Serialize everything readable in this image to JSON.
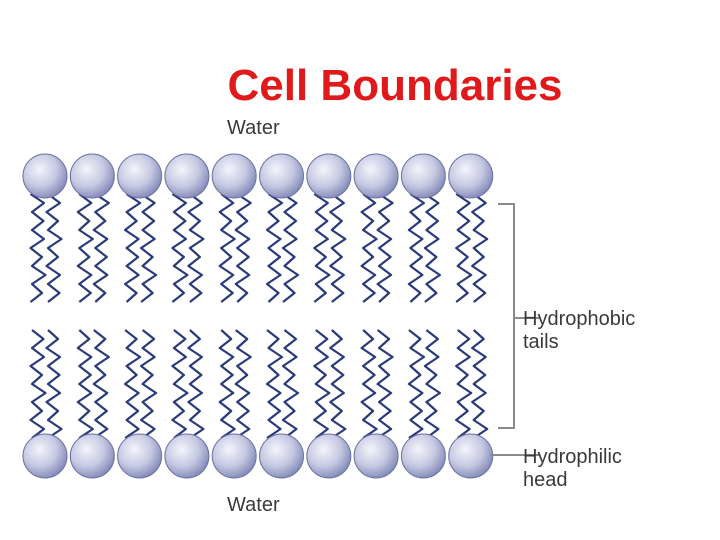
{
  "slide": {
    "title": "Cell Boundaries"
  },
  "diagram": {
    "water_top": "Water",
    "water_bottom": "Water",
    "tails_label_line1": "Hydrophobic",
    "tails_label_line2": "tails",
    "head_label_line1": "Hydrophilic",
    "head_label_line2": "head"
  },
  "colors": {
    "title": "#e01a1a",
    "head_fill_light": "#f3f4fb",
    "head_fill_dark": "#7f86b5",
    "tail_stroke": "#2a3a7a",
    "bracket": "#8a8a8a"
  }
}
